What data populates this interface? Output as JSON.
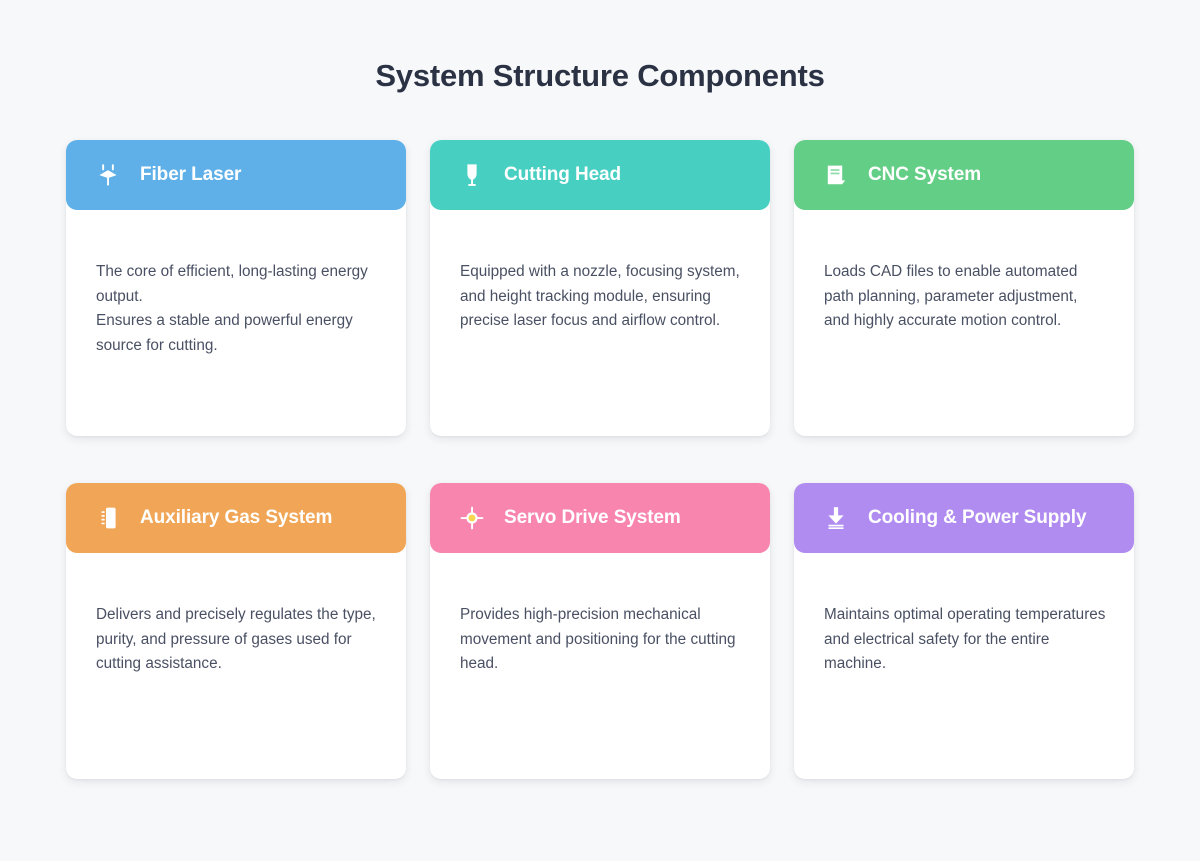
{
  "page": {
    "title": "System Structure Components",
    "background_color": "#f7f8fa",
    "title_color": "#2b3244"
  },
  "cards": [
    {
      "id": "fiber-laser",
      "title": "Fiber Laser",
      "icon": "laser-sparkle-icon",
      "header_color": "#5fb0e8",
      "description": "The core of efficient, long-lasting energy output.\nEnsures a stable and powerful energy source for cutting."
    },
    {
      "id": "cutting-head",
      "title": "Cutting Head",
      "icon": "nozzle-icon",
      "header_color": "#47cfc2",
      "description": "Equipped with a nozzle, focusing system, and height tracking module, ensuring precise laser focus and airflow control."
    },
    {
      "id": "cnc-system",
      "title": "CNC System",
      "icon": "document-file-icon",
      "header_color": "#63ce86",
      "description": "Loads CAD files to enable automated path planning, parameter adjustment, and highly accurate motion control."
    },
    {
      "id": "auxiliary-gas-system",
      "title": "Auxiliary Gas System",
      "icon": "gas-cylinder-icon",
      "header_color": "#f0a656",
      "description": "Delivers and precisely regulates the type, purity, and pressure of gases used for cutting assistance."
    },
    {
      "id": "servo-drive-system",
      "title": "Servo Drive System",
      "icon": "crosshair-target-icon",
      "header_color": "#f785ae",
      "icon_accent_color": "#f5d64e",
      "description": "Provides high-precision mechanical movement and positioning for the cutting head."
    },
    {
      "id": "cooling-power-supply",
      "title": "Cooling & Power Supply",
      "icon": "download-arrow-icon",
      "header_color": "#b18cf0",
      "description": "Maintains optimal operating temperatures and electrical safety for the entire machine."
    }
  ]
}
